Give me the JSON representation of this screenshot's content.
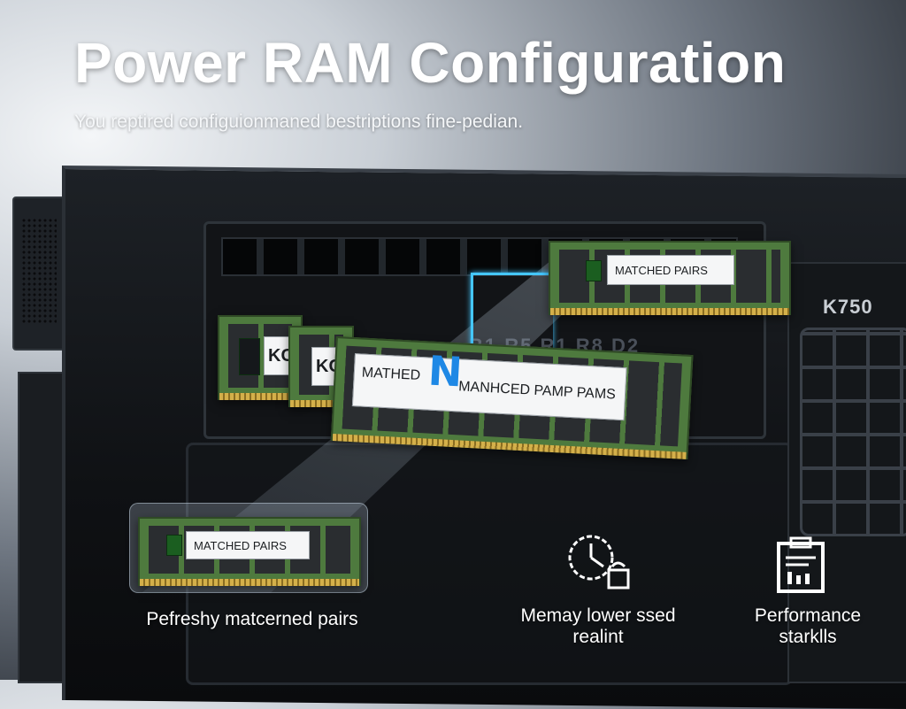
{
  "header": {
    "title": "Power RAM Configuration",
    "subtitle": "You reptired configuionmaned bestriptions fine-pedian."
  },
  "server": {
    "model_badge": "K750",
    "faded_label": "B1 R5 R1 R8 D2"
  },
  "modules": {
    "top_label": "MATCHED PAIRS",
    "back1_label": "KC",
    "back2_label": "KC",
    "main_label_left": "MATHED",
    "main_label_right": "MANHCED PAMP PAMS",
    "small_label": "MATCHED PAIRS"
  },
  "features": [
    {
      "icon": "clock-icon",
      "caption": "Pefreshy matcerned pairs"
    },
    {
      "icon": "clock-gauge-icon",
      "caption": "Memay lower ssed realint"
    },
    {
      "icon": "document-chart-icon",
      "caption": "Performance starklls"
    }
  ],
  "colors": {
    "accent": "#45c7ff",
    "pcb": "#4e7a3e",
    "blue_mark": "#1e88e5"
  }
}
